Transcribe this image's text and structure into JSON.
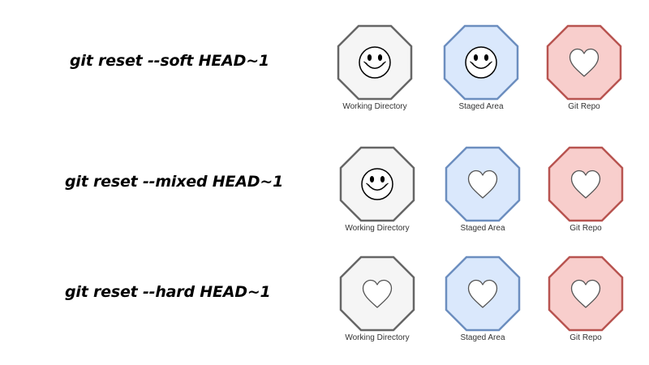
{
  "colors": {
    "working_fill": "#f5f5f5",
    "working_stroke": "#666666",
    "staged_fill": "#dae8fc",
    "staged_stroke": "#6c8ebf",
    "repo_fill": "#f8cecc",
    "repo_stroke": "#b85450",
    "icon_fill": "#ffffff",
    "icon_stroke": "#000000",
    "heart_stroke": "#555555"
  },
  "rows": [
    {
      "command": "git reset --soft HEAD~1",
      "stages": [
        {
          "label": "Working Directory",
          "icon": "smiley-icon",
          "kind": "working"
        },
        {
          "label": "Staged Area",
          "icon": "smiley-icon",
          "kind": "staged"
        },
        {
          "label": "Git Repo",
          "icon": "heart-icon",
          "kind": "repo"
        }
      ]
    },
    {
      "command": "git reset --mixed HEAD~1",
      "stages": [
        {
          "label": "Working Directory",
          "icon": "smiley-icon",
          "kind": "working"
        },
        {
          "label": "Staged Area",
          "icon": "heart-icon",
          "kind": "staged"
        },
        {
          "label": "Git Repo",
          "icon": "heart-icon",
          "kind": "repo"
        }
      ]
    },
    {
      "command": "git reset --hard HEAD~1",
      "stages": [
        {
          "label": "Working Directory",
          "icon": "heart-icon",
          "kind": "working"
        },
        {
          "label": "Staged Area",
          "icon": "heart-icon",
          "kind": "staged"
        },
        {
          "label": "Git Repo",
          "icon": "heart-icon",
          "kind": "repo"
        }
      ]
    }
  ]
}
